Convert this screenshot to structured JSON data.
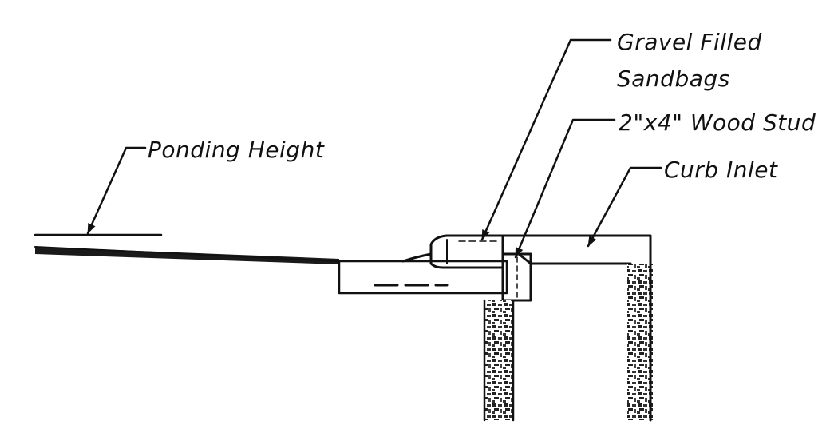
{
  "labels": {
    "ponding_height": "Ponding Height",
    "gravel_line1": "Gravel Filled",
    "gravel_line2": "Sandbags",
    "wood_stud": "2\"x4\" Wood Stud",
    "curb_inlet": "Curb Inlet"
  }
}
